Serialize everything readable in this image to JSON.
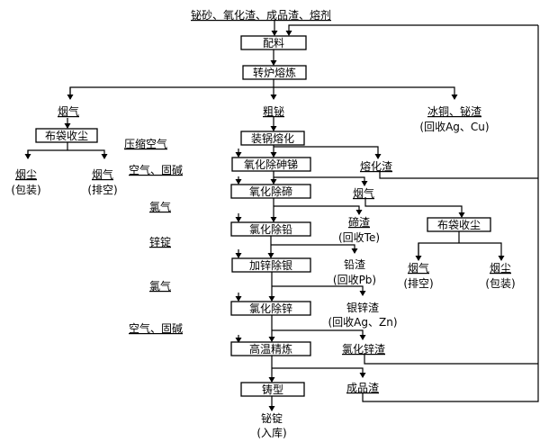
{
  "title": "铋砂、氧化渣、成品渣、熔剂",
  "process_boxes": {
    "batching": "配料",
    "converter_smelting": "转炉熔炼",
    "pot_melting": "装锅熔化",
    "oxidize_as_sb": "氧化除砷锑",
    "oxidize_te": "氧化除碲",
    "chlorinate_pb": "氯化除铅",
    "zinc_ag": "加锌除银",
    "chlorinate_zn": "氯化除锌",
    "high_temp_refining": "高温精炼",
    "casting": "铸型",
    "baghouse_left": "布袋收尘",
    "baghouse_right": "布袋收尘"
  },
  "outputs": {
    "flue_gas_main": "烟气",
    "crude_bi": "粗铋",
    "matte_slag": "冰铜、铋渣",
    "matte_slag_note": "(回收Ag、Cu)",
    "dust_left": "烟尘",
    "dust_left_note": "(包装)",
    "gas_left": "烟气",
    "gas_left_note": "(排空)",
    "melt_slag": "熔化渣",
    "flue_gas_2": "烟气",
    "te_slag": "碲渣",
    "te_slag_note": "(回收Te)",
    "pb_slag": "铅渣",
    "pb_slag_note": "(回收Pb)",
    "ag_zn_slag": "银锌渣",
    "ag_zn_slag_note": "(回收Ag、Zn)",
    "zncl_slag": "氯化锌渣",
    "product_slag": "成品渣",
    "gas_right": "烟气",
    "gas_right_note": "(排空)",
    "dust_right": "烟尘",
    "dust_right_note": "(包装)",
    "bi_ingot": "铋锭",
    "bi_ingot_note": "(入库)"
  },
  "reagents": {
    "compressed_air": "压缩空气",
    "air_caustic_1": "空气、固碱",
    "chlorine_1": "氯气",
    "zinc_ingot": "锌锭",
    "chlorine_2": "氯气",
    "air_caustic_2": "空气、固碱"
  }
}
